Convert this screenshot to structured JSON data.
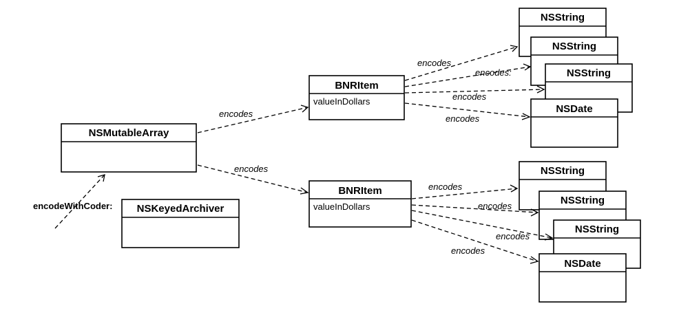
{
  "classes": {
    "ns_mutable_array": "NSMutableArray",
    "ns_keyed_archiver": "NSKeyedArchiver",
    "item_top": {
      "name": "BNRItem",
      "attr": "valueInDollars"
    },
    "item_bottom": {
      "name": "BNRItem",
      "attr": "valueInDollars"
    },
    "top_string_1": "NSString",
    "top_string_2": "NSString",
    "top_string_3": "NSString",
    "top_date": "NSDate",
    "bottom_string_1": "NSString",
    "bottom_string_2": "NSString",
    "bottom_string_3": "NSString",
    "bottom_date": "NSDate"
  },
  "labels": {
    "array_to_item_top": "encodes",
    "array_to_item_bottom": "encodes",
    "top_to_string_1": "encodes",
    "top_to_string_2": "encodes:",
    "top_to_string_3": "encodes",
    "top_to_date": "encodes",
    "bottom_to_string_1": "encodes",
    "bottom_to_string_2": "encodes",
    "bottom_to_string_3": "encodes",
    "bottom_to_date": "encodes",
    "encode_with_coder": "encodeWithCoder:"
  }
}
